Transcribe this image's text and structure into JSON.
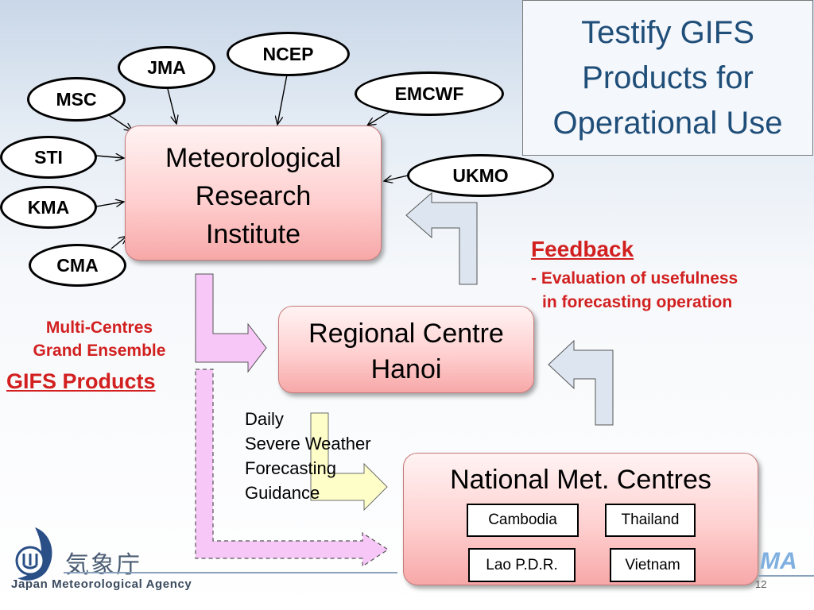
{
  "title": {
    "lines": [
      "Testify GIFS",
      "Products for",
      "Operational Use"
    ]
  },
  "centres": {
    "ncep": "NCEP",
    "jma": "JMA",
    "msc": "MSC",
    "emcwf": "EMCWF",
    "sti": "STI",
    "kma": "KMA",
    "ukmo": "UKMO",
    "cma": "CMA"
  },
  "mri": {
    "lines": [
      "Meteorological",
      "Research",
      "Institute"
    ]
  },
  "regional": {
    "lines": [
      "Regional Centre",
      "Hanoi"
    ]
  },
  "national": {
    "title": "National Met. Centres",
    "countries": [
      "Cambodia",
      "Thailand",
      "Lao P.D.R.",
      "Vietnam"
    ]
  },
  "feedback": {
    "title": "Feedback",
    "bullet": "-",
    "lines": [
      "Evaluation of usefulness",
      "in forecasting operation"
    ]
  },
  "multi_centres": {
    "lines": [
      "Multi-Centres",
      "Grand Ensemble"
    ],
    "gifs": "GIFS Products"
  },
  "daily": {
    "lines": [
      "Daily",
      "Severe Weather",
      "Forecasting",
      "Guidance"
    ]
  },
  "logo": {
    "kanji": "気象庁",
    "agency": "Japan Meteorological Agency",
    "corner": "MA"
  },
  "page_number": "12",
  "colors": {
    "title": "#1f4e79",
    "feedback_red": "#d22020",
    "arrow_pink": "#f7c8f7",
    "arrow_blue": "#dde6f0",
    "arrow_yellow": "#ffffc0"
  }
}
